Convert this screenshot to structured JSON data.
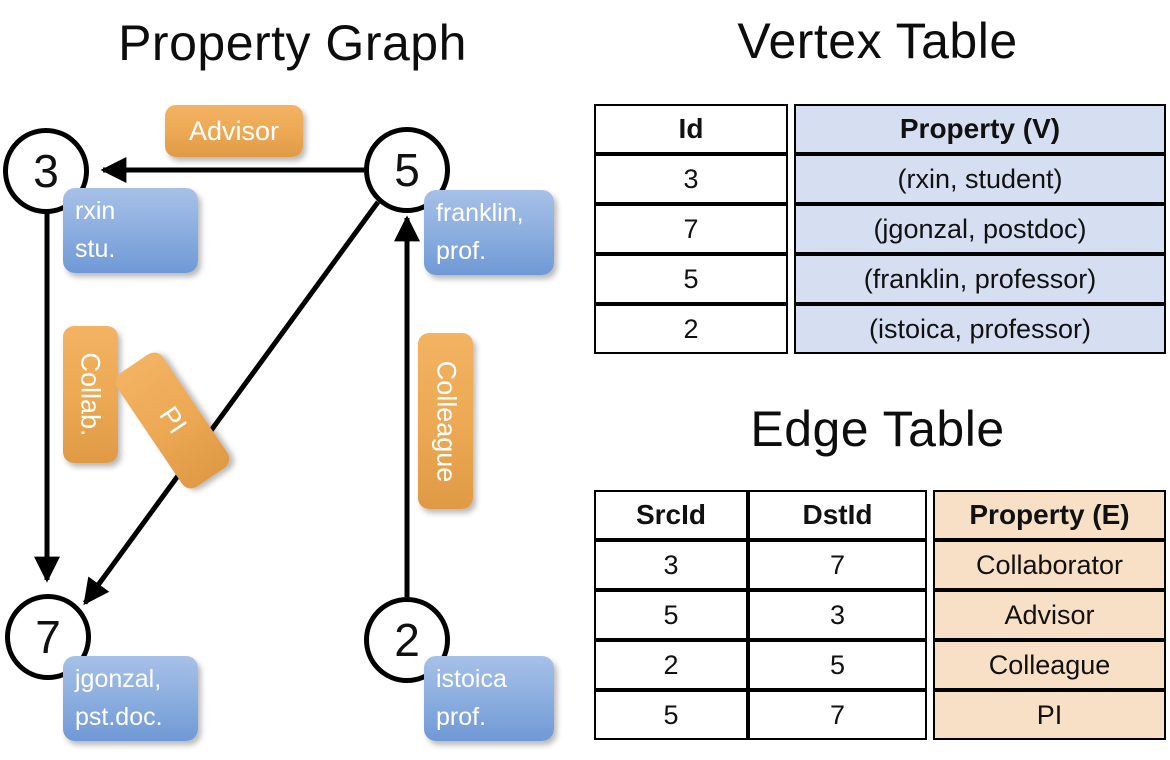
{
  "titles": {
    "property_graph": "Property Graph",
    "vertex_table": "Vertex Table",
    "edge_table": "Edge Table"
  },
  "graph": {
    "nodes": [
      {
        "id": "3",
        "property_lines": [
          "rxin",
          "stu."
        ]
      },
      {
        "id": "5",
        "property_lines": [
          "franklin,",
          "prof."
        ]
      },
      {
        "id": "7",
        "property_lines": [
          "jgonzal,",
          "pst.doc."
        ]
      },
      {
        "id": "2",
        "property_lines": [
          "istoica",
          "prof."
        ]
      }
    ],
    "edge_labels": [
      {
        "name": "advisor",
        "text": "Advisor"
      },
      {
        "name": "collab",
        "text": "Collab."
      },
      {
        "name": "pi",
        "text": "PI"
      },
      {
        "name": "colleague",
        "text": "Colleague"
      }
    ],
    "edges": [
      {
        "src": "5",
        "dst": "3",
        "label": "Advisor"
      },
      {
        "src": "3",
        "dst": "7",
        "label": "Collab."
      },
      {
        "src": "5",
        "dst": "7",
        "label": "PI"
      },
      {
        "src": "2",
        "dst": "5",
        "label": "Colleague"
      }
    ]
  },
  "vertex_table": {
    "headers": [
      "Id",
      "Property (V)"
    ],
    "rows": [
      {
        "id": "3",
        "property": "(rxin, student)"
      },
      {
        "id": "7",
        "property": "(jgonzal, postdoc)"
      },
      {
        "id": "5",
        "property": "(franklin, professor)"
      },
      {
        "id": "2",
        "property": "(istoica, professor)"
      }
    ]
  },
  "edge_table": {
    "headers": [
      "SrcId",
      "DstId",
      "Property (E)"
    ],
    "rows": [
      {
        "src": "3",
        "dst": "7",
        "property": "Collaborator"
      },
      {
        "src": "5",
        "dst": "3",
        "property": "Advisor"
      },
      {
        "src": "2",
        "dst": "5",
        "property": "Colleague"
      },
      {
        "src": "5",
        "dst": "7",
        "property": "PI"
      }
    ]
  },
  "colors": {
    "vertex_property_fill": "#d5dff1",
    "edge_property_fill": "#f7e0c6",
    "node_callout_blue": "#8fb0e0",
    "edge_label_orange": "#eda954"
  }
}
